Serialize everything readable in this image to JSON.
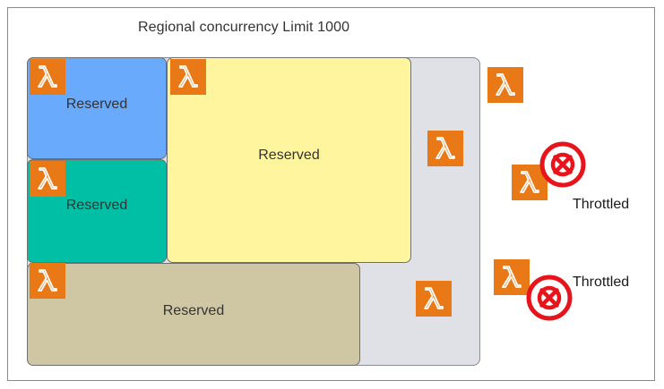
{
  "title": "Regional concurrency Limit 1000",
  "blocks": [
    {
      "label": "Reserved",
      "color": "#69aafc"
    },
    {
      "label": "Reserved",
      "color": "#00bfa5"
    },
    {
      "label": "Reserved",
      "color": "#fff59f"
    },
    {
      "label": "Reserved",
      "color": "#cfc6a4"
    }
  ],
  "unreserved_color": "#dfe1e6",
  "lambda_icon": {
    "name": "aws-lambda-icon",
    "color": "#e97817"
  },
  "throttle_icon": {
    "name": "throttled-x-icon",
    "color": "#e8141c"
  },
  "throttled": [
    {
      "label": "Throttled"
    },
    {
      "label": "Throttled"
    }
  ]
}
